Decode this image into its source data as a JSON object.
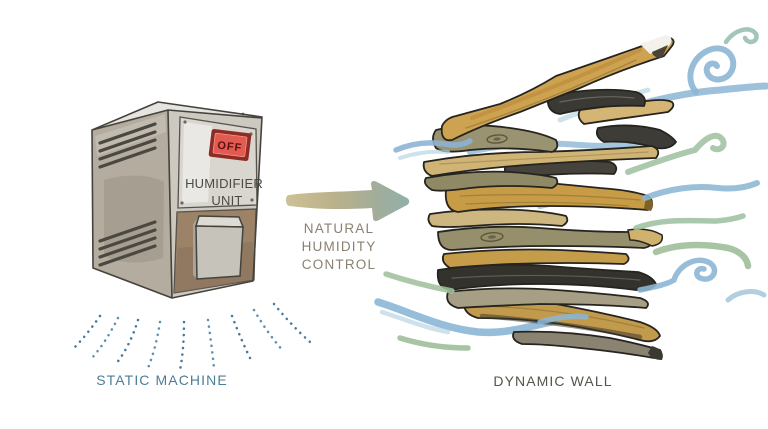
{
  "machine": {
    "button_label": "OFF",
    "label_line1": "HUMIDIFIER",
    "label_line2": "UNIT",
    "caption": "STATIC MACHINE"
  },
  "arrow": {
    "label_line1": "NATURAL",
    "label_line2": "HUMIDITY",
    "label_line3": "CONTROL"
  },
  "wall": {
    "caption": "DYNAMIC WALL"
  },
  "colors": {
    "machine_caption": "#4d7e96",
    "wall_caption": "#57544a",
    "arrow_label": "#8a8173",
    "off_button_fill": "#e25a50",
    "off_button_frame": "#8e2c24",
    "off_label": "#571310",
    "panel_text": "#4b4a45",
    "mist_blue": "#4c80a2",
    "mist_blue_alt": "#5d8fb0",
    "swirl_blue": "#8cb6d4",
    "swirl_blue_light": "#b9d5e4",
    "swirl_green": "#9dc0a0",
    "wood_gold": "#c89c46",
    "wood_tan": "#d0b476",
    "wood_dark": "#35332d",
    "wood_olive": "#968f6b",
    "wood_gray": "#a69e85"
  },
  "icons": {
    "arrow": "right-arrow",
    "wind": "wind-swirl",
    "mist": "dotted-spray"
  }
}
